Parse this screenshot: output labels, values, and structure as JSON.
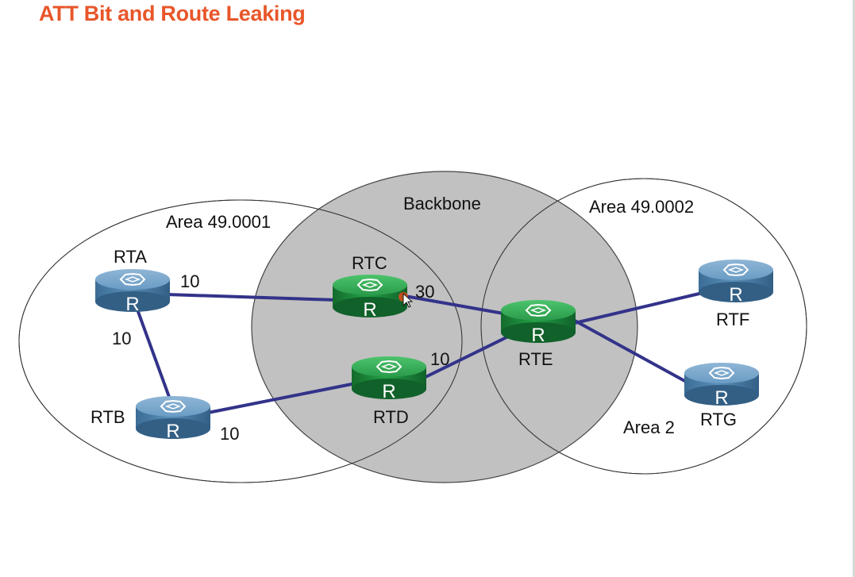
{
  "title": "ATT Bit and Route Leaking",
  "areas": {
    "area1": "Area 49.0001",
    "backbone": "Backbone",
    "area2_id": "Area 49.0002",
    "area2": "Area 2"
  },
  "routers": {
    "rta": {
      "name": "RTA",
      "icon": "R",
      "color": "#4a7ea8"
    },
    "rtb": {
      "name": "RTB",
      "icon": "R",
      "color": "#4a7ea8"
    },
    "rtc": {
      "name": "RTC",
      "icon": "R",
      "color": "#1e8a3c"
    },
    "rtd": {
      "name": "RTD",
      "icon": "R",
      "color": "#1e8a3c"
    },
    "rte": {
      "name": "RTE",
      "icon": "R",
      "color": "#1e8a3c"
    },
    "rtf": {
      "name": "RTF",
      "icon": "R",
      "color": "#4a7ea8"
    },
    "rtg": {
      "name": "RTG",
      "icon": "R",
      "color": "#4a7ea8"
    }
  },
  "costs": {
    "rta_rtc": "10",
    "rta_rtb": "10",
    "rtb_rtd": "10",
    "rtc_rte": "30",
    "rtd_rte": "10"
  },
  "colors": {
    "title": "#e8562a",
    "link": "#33338a",
    "backbone_fill": "#c0c0c0"
  }
}
